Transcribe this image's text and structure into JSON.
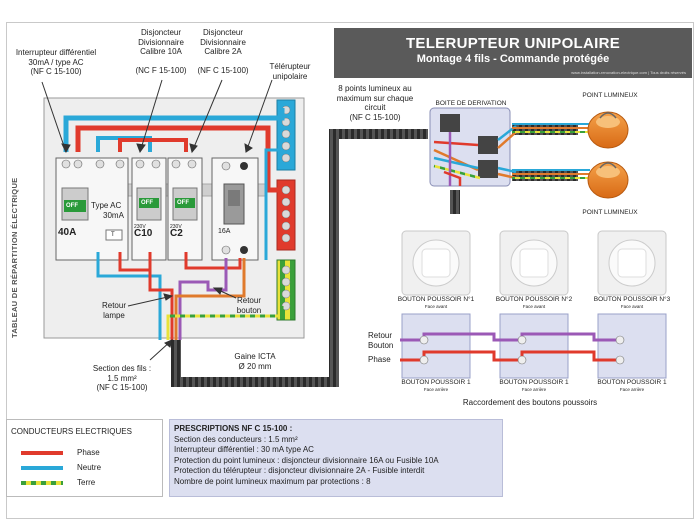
{
  "title": {
    "main": "TELERUPTEUR UNIPOLAIRE",
    "sub": "Montage 4 fils - Commande protégée",
    "credit": "www.installation-renovation-electrique.com | Tous droits réservés"
  },
  "labels": {
    "interrupteur_diff": [
      "Interrupteur différentiel",
      "30mA / type AC",
      "(NF C 15-100)"
    ],
    "disj_10a": [
      "Disjoncteur",
      "Divisionnaire",
      "Calibre 10A",
      "",
      "(NC F 15-100)"
    ],
    "disj_2a": [
      "Disjoncteur",
      "Divisionnaire",
      "Calibre 2A",
      "",
      "(NF C 15-100)"
    ],
    "telerupteur": [
      "Télérupteur",
      "unipolaire"
    ],
    "points_lumineux_note": [
      "8 points lumineux au",
      "maximum sur chaque",
      "circuit",
      "(NF C 15-100)"
    ],
    "boite_derivation": "BOITE DE DERIVATION",
    "point_lumineux_top": "POINT LUMINEUX",
    "point_lumineux_bottom": "POINT LUMINEUX",
    "tableau": "TABLEAU DE RÉPARTITION ÉLECTRIQUE",
    "retour_lampe": [
      "Retour",
      "lampe"
    ],
    "retour_bouton": [
      "Retour",
      "bouton"
    ],
    "section_fils": [
      "Section des fils :",
      "1.5 mm²",
      "(NF C 15-100)"
    ],
    "gaine": [
      "Gaine ICTA",
      "Ø 20 mm"
    ],
    "retour_bouton_right": [
      "Retour",
      "Bouton"
    ],
    "phase_right": "Phase",
    "raccordement": "Raccordement  des boutons poussoirs"
  },
  "push_buttons": [
    {
      "label": "BOUTON POUSSOIR N°1",
      "face": "Face avant"
    },
    {
      "label": "BOUTON POUSSOIR N°2",
      "face": "Face avant"
    },
    {
      "label": "BOUTON POUSSOIR N°3",
      "face": "Face avant"
    }
  ],
  "push_buttons_back": [
    {
      "label": "BOUTON POUSSOIR 1",
      "face": "Face arrière"
    },
    {
      "label": "BOUTON POUSSOIR 1",
      "face": "Face arrière"
    },
    {
      "label": "BOUTON POUSSOIR 1",
      "face": "Face arrière"
    }
  ],
  "modules": {
    "id_rating": "40A",
    "id_type": "Type AC",
    "id_sens": "30mA",
    "disj1": "C10",
    "disj2": "C2",
    "disj_volt": "230V",
    "tl_rating": "16A",
    "off_label": "OFF",
    "test_label": "T"
  },
  "legend": {
    "title": "CONDUCTEURS ELECTRIQUES",
    "items": [
      {
        "name": "Phase",
        "color": "#e03a2c"
      },
      {
        "name": "Neutre",
        "color": "#2aa8d8"
      },
      {
        "name": "Terre",
        "color": "#e8e23a"
      }
    ]
  },
  "prescriptions": {
    "heading": "PRESCRIPTIONS NF C 15-100 :",
    "lines": [
      "Section des conducteurs : 1.5 mm²",
      "Interrupteur différentiel : 30 mA type AC",
      "Protection du point lumineux : disjoncteur divisionnaire 16A ou Fusible 10A",
      "Protection du télérupteur : disjoncteur divisionnaire 2A - Fusible interdit",
      "Nombre de point lumineux maximum par protections : 8"
    ]
  },
  "colors": {
    "phase": "#e03a2c",
    "neutre": "#2aa8d8",
    "terre_yellow": "#e8e23a",
    "terre_green": "#3aa03a",
    "retour": "#9b59b6",
    "retour_lampe": "#e07a2c",
    "title_bg": "#5a5a5a"
  }
}
